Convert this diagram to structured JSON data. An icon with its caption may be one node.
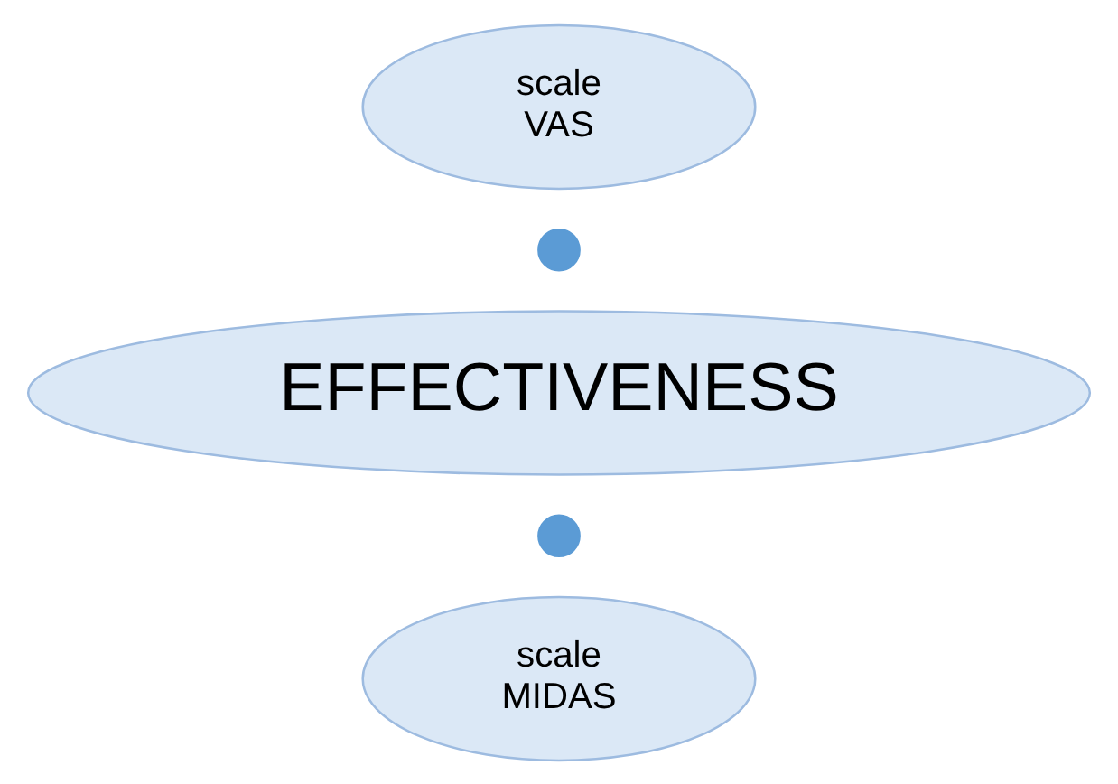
{
  "diagram": {
    "nodes": [
      {
        "text": [
          "scale VAS"
        ]
      },
      {
        "text": [],
        "shape": "circle"
      },
      {
        "text": [
          "EFFECTIVENESS"
        ]
      },
      {
        "text": [],
        "shape": "circle"
      },
      {
        "text": [
          "scale MIDAS"
        ]
      }
    ]
  }
}
